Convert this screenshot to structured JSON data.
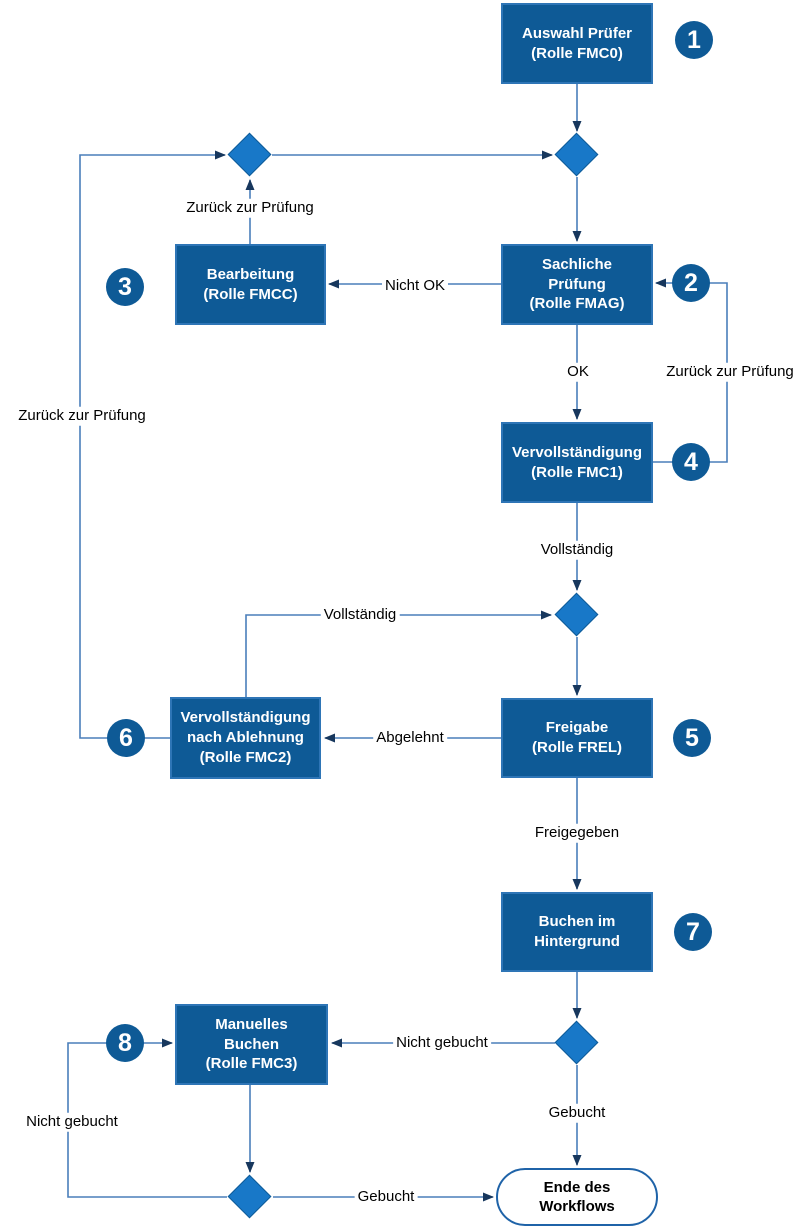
{
  "palette": {
    "node_fill": "#0E5A96",
    "node_border": "#2E75B6",
    "diamond_fill": "#1878C8",
    "diamond_border": "#0E5A96",
    "line_color": "#4A7EBA",
    "arrow_color": "#17375D",
    "stadium_border": "#1F63A8",
    "label_color": "#000000",
    "node_text": "#FFFFFF"
  },
  "nodes": {
    "auswahl_pruefer": {
      "label": "Auswahl Prüfer\n(Rolle FMC0)",
      "step": "1"
    },
    "sachliche_pruefung": {
      "label": "Sachliche\nPrüfung\n(Rolle FMAG)",
      "step": "2"
    },
    "bearbeitung": {
      "label": "Bearbeitung\n(Rolle FMCC)",
      "step": "3"
    },
    "vervollstaendigung": {
      "label": "Vervollständigung\n(Rolle FMC1)",
      "step": "4"
    },
    "freigabe": {
      "label": "Freigabe\n(Rolle FREL)",
      "step": "5"
    },
    "vervollstaendigung_nach_ablehnung": {
      "label": "Vervollständigung\nnach Ablehnung\n(Rolle FMC2)",
      "step": "6"
    },
    "buchen_im_hintergrund": {
      "label": "Buchen im\nHintergrund",
      "step": "7"
    },
    "manuelles_buchen": {
      "label": "Manuelles\nBuchen\n(Rolle FMC3)",
      "step": "8"
    },
    "ende": {
      "label": "Ende des\nWorkflows"
    }
  },
  "edge_labels": {
    "zurueck_zur_pruefung_top": "Zurück zur Prüfung",
    "nicht_ok": "Nicht OK",
    "ok": "OK",
    "zurueck_zur_pruefung_right": "Zurück zur Prüfung",
    "vollstaendig_mid": "Vollständig",
    "vollstaendig_left": "Vollständig",
    "zurueck_zur_pruefung_left": "Zurück zur Prüfung",
    "abgelehnt": "Abgelehnt",
    "freigegeben": "Freigegeben",
    "nicht_gebucht_right": "Nicht gebucht",
    "gebucht_mid": "Gebucht",
    "nicht_gebucht_left": "Nicht gebucht",
    "gebucht_bottom": "Gebucht"
  }
}
